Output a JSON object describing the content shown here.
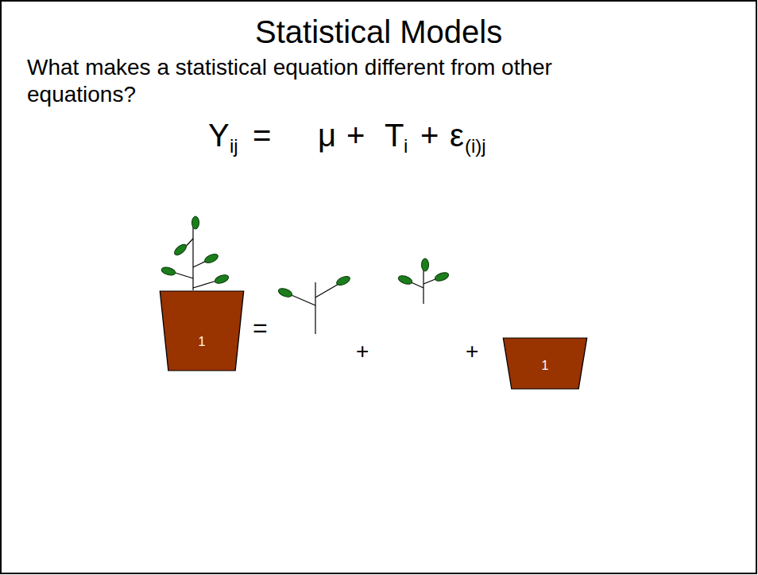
{
  "diagram": {
    "title": "Statistical Models",
    "nodes": [
      {
        "text": [
          "1"
        ]
      },
      {
        "text": [
          "1"
        ]
      }
    ],
    "labels": [
      "What makes a statistical equation different from other equations?",
      "Y",
      "ij",
      "=",
      "μ",
      "+",
      "T",
      "i",
      "+",
      "ε",
      "(i)j",
      "=",
      "+",
      "+"
    ]
  }
}
